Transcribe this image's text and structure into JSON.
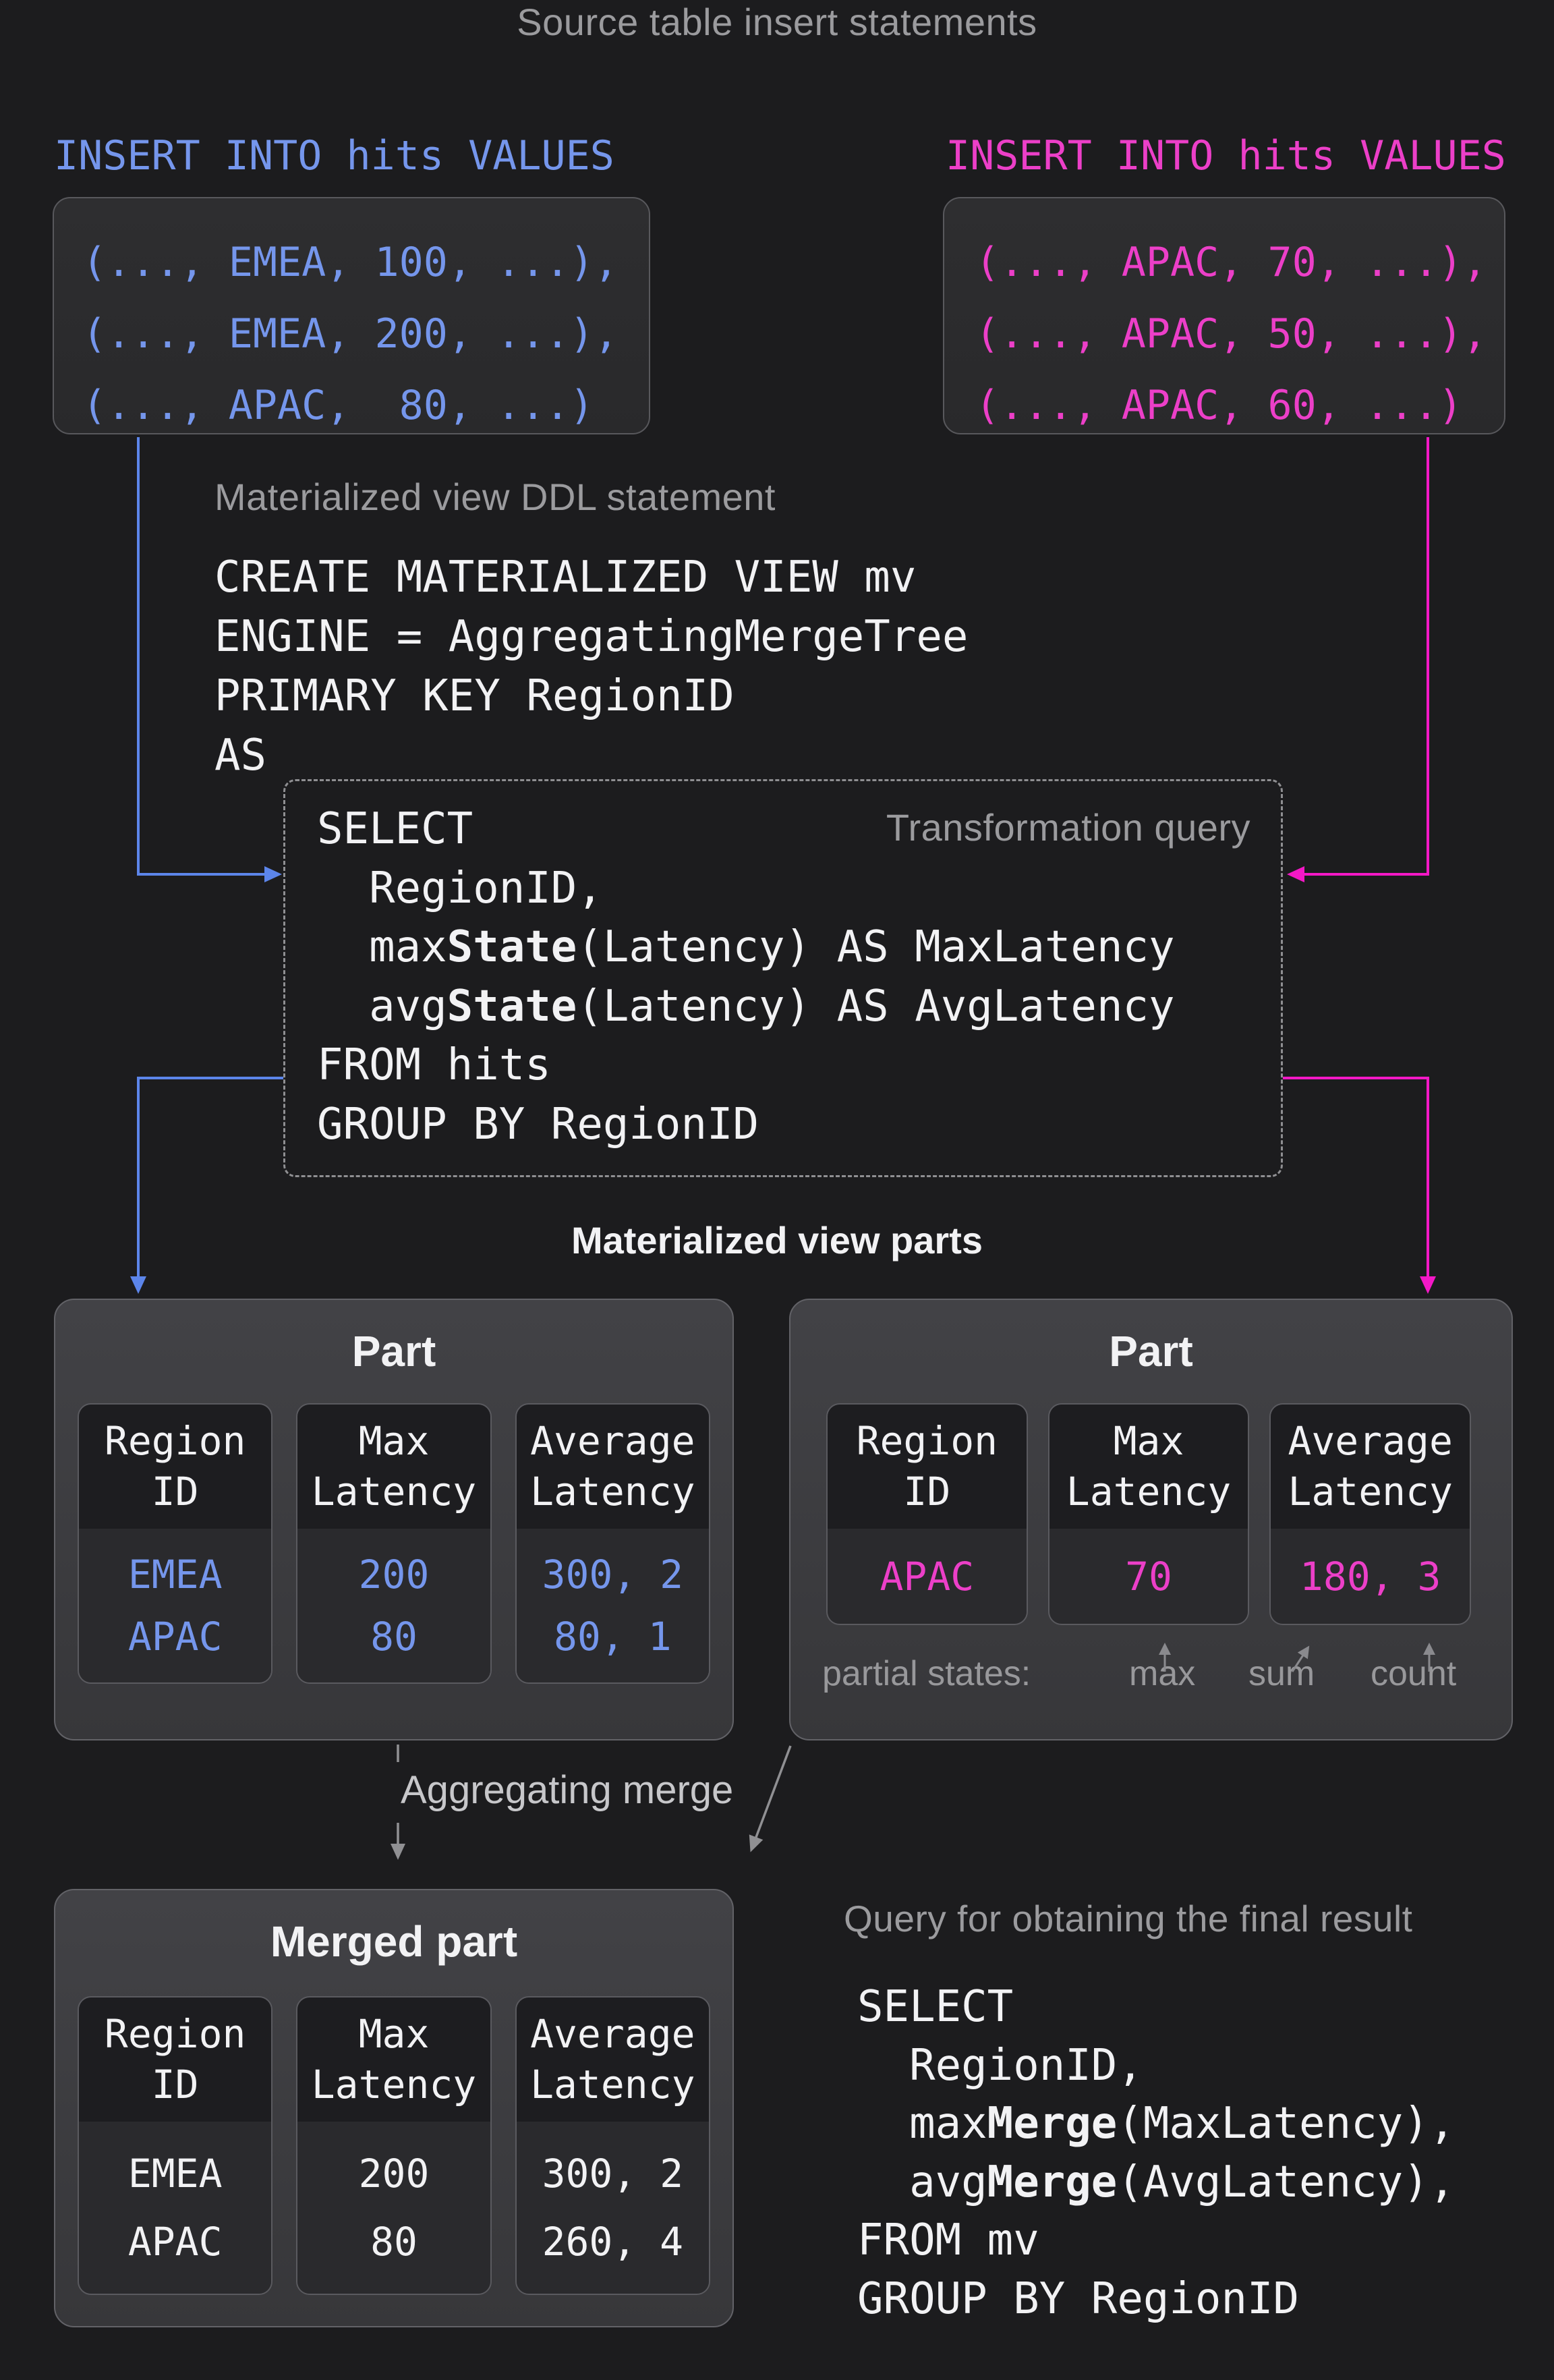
{
  "colors": {
    "bg": "#1c1c1e",
    "codebox_bg": "#2e2e30",
    "codebox_bg2": "#29292b",
    "codebox_border": "#58585c",
    "box_bg_top": "#424246",
    "box_bg_bottom": "#37373a",
    "box_border": "#626267",
    "cell_border": "#5a5a5f",
    "cell_head_bg": "#1d1d20",
    "cell_body_bg": "#2a2a2d",
    "dash_border": "#8f8f92",
    "white": "#f2f2f4",
    "gray_label": "#9b9b9e",
    "gray_light": "#c7c7ca",
    "gray_partial": "#98989b",
    "blue": "#7596ec",
    "magenta": "#ec3fc8",
    "blue_arrow": "#5c85ea",
    "magenta_arrow": "#f318c6",
    "gray_arrow": "#909093",
    "gray_arrow_small": "#8a8a8e"
  },
  "header": {
    "title": "Source table insert statements"
  },
  "inserts": {
    "left": {
      "label": "INSERT INTO hits VALUES",
      "rows": [
        "(..., EMEA, 100, ...),",
        "(..., EMEA, 200, ...),",
        "(..., APAC,  80, ...)"
      ]
    },
    "right": {
      "label": "INSERT INTO hits VALUES",
      "rows": [
        "(..., APAC, 70, ...),",
        "(..., APAC, 50, ...),",
        "(..., APAC, 60, ...)"
      ]
    }
  },
  "ddl": {
    "label": "Materialized view DDL statement",
    "code": [
      [
        "CREATE MATERIALIZED VIEW mv"
      ],
      [
        "ENGINE = AggregatingMergeTree"
      ],
      [
        "PRIMARY KEY RegionID"
      ],
      [
        "AS"
      ]
    ]
  },
  "transform": {
    "label": "Transformation query",
    "code": [
      [
        "SELECT"
      ],
      [
        "  RegionID,"
      ],
      [
        "  max",
        {
          "t": "State",
          "b": true
        },
        "(Latency) AS MaxLatency"
      ],
      [
        "  avg",
        {
          "t": "State",
          "b": true
        },
        "(Latency) AS AvgLatency"
      ],
      [
        "FROM hits"
      ],
      [
        "GROUP BY RegionID"
      ]
    ]
  },
  "parts": {
    "title": "Materialized view parts",
    "left": {
      "title": "Part",
      "columns": [
        {
          "header": "Region\nID",
          "values": [
            "EMEA",
            "APAC"
          ]
        },
        {
          "header": "Max\nLatency",
          "values": [
            "200",
            "80"
          ]
        },
        {
          "header": "Average\nLatency",
          "values": [
            "300, 2",
            "80, 1"
          ]
        }
      ]
    },
    "right": {
      "title": "Part",
      "columns": [
        {
          "header": "Region\nID",
          "values": [
            "APAC"
          ]
        },
        {
          "header": "Max\nLatency",
          "values": [
            "70"
          ]
        },
        {
          "header": "Average\nLatency",
          "values": [
            "180, 3"
          ]
        }
      ],
      "partial": {
        "label": "partial states:",
        "annotations": [
          "max",
          "sum",
          "count"
        ]
      }
    }
  },
  "merge": {
    "label": "Aggregating merge"
  },
  "merged": {
    "title": "Merged part",
    "columns": [
      {
        "header": "Region\nID",
        "values": [
          "EMEA",
          "APAC"
        ]
      },
      {
        "header": "Max\nLatency",
        "values": [
          "200",
          "80"
        ]
      },
      {
        "header": "Average\nLatency",
        "values": [
          "300, 2",
          "260, 4"
        ]
      }
    ]
  },
  "final": {
    "label": "Query for obtaining the final result",
    "code": [
      [
        "SELECT"
      ],
      [
        "  RegionID,"
      ],
      [
        "  max",
        {
          "t": "Merge",
          "b": true
        },
        "(MaxLatency),"
      ],
      [
        "  avg",
        {
          "t": "Merge",
          "b": true
        },
        "(AvgLatency),"
      ],
      [
        "FROM mv"
      ],
      [
        "GROUP BY RegionID"
      ]
    ]
  }
}
